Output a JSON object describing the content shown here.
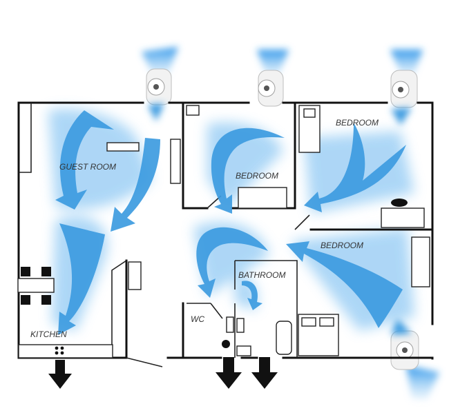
{
  "rooms": {
    "guest_room": "GUEST ROOM",
    "bedroom_center": "BEDROOM",
    "bedroom_topright": "BEDROOM",
    "bedroom_right": "BEDROOM",
    "bathroom": "BATHROOM",
    "wc": "WC",
    "kitchen": "KITCHEN"
  },
  "colors": {
    "airflow": "#3d9be0",
    "airflow_glow": "#9fd0f5",
    "walls": "#111111",
    "exhaust_arrow": "#111111"
  },
  "icons": {
    "supply_fan": "wall-fan-icon",
    "exhaust": "down-arrow-icon"
  }
}
